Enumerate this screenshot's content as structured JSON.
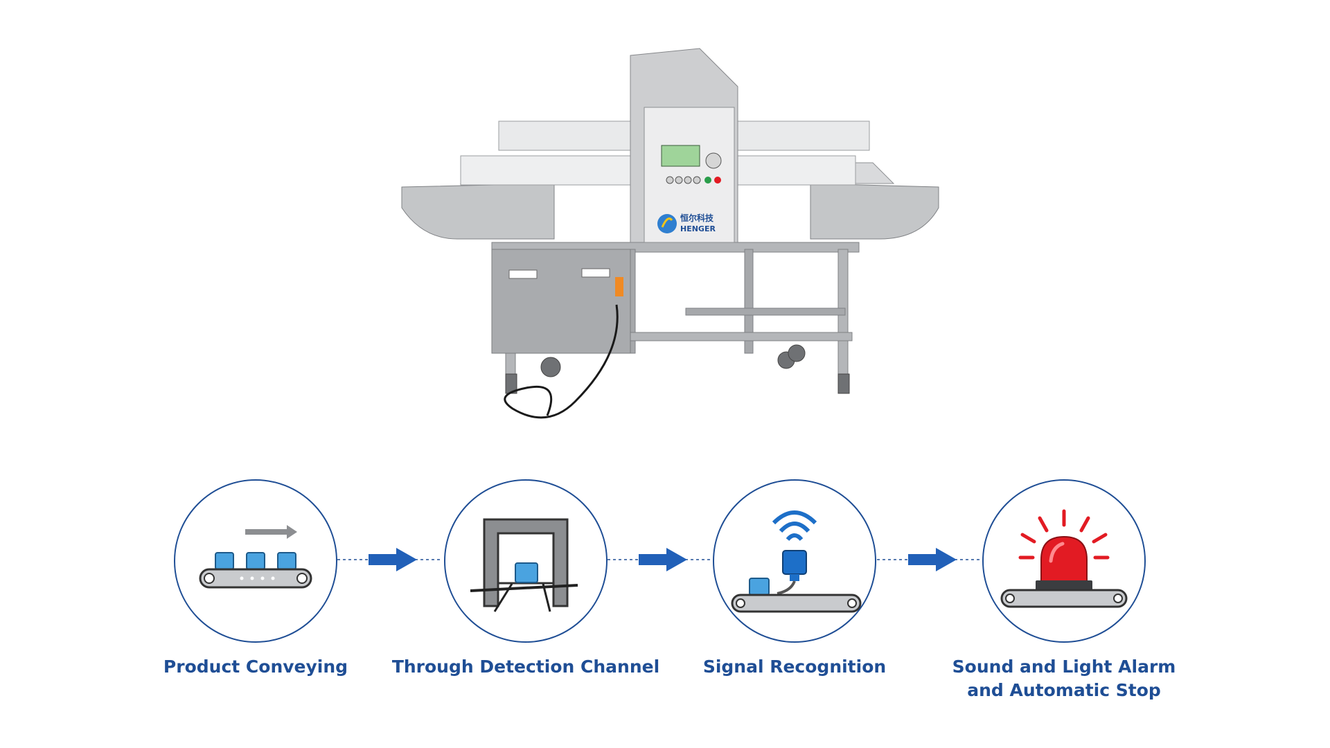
{
  "machine": {
    "brand_chinese": "恒尔科技",
    "brand_latin": "HENGER"
  },
  "steps": [
    {
      "label": "Product Conveying"
    },
    {
      "label": "Through Detection Channel"
    },
    {
      "label": "Signal Recognition"
    },
    {
      "label": "Sound and Light Alarm\nand Automatic Stop"
    }
  ],
  "colors": {
    "accent_blue": "#1f4e95",
    "arrow_blue": "#2160b8",
    "product_blue": "#4aa3e0",
    "alarm_red": "#e21b23",
    "belt_gray": "#c9cbce"
  }
}
